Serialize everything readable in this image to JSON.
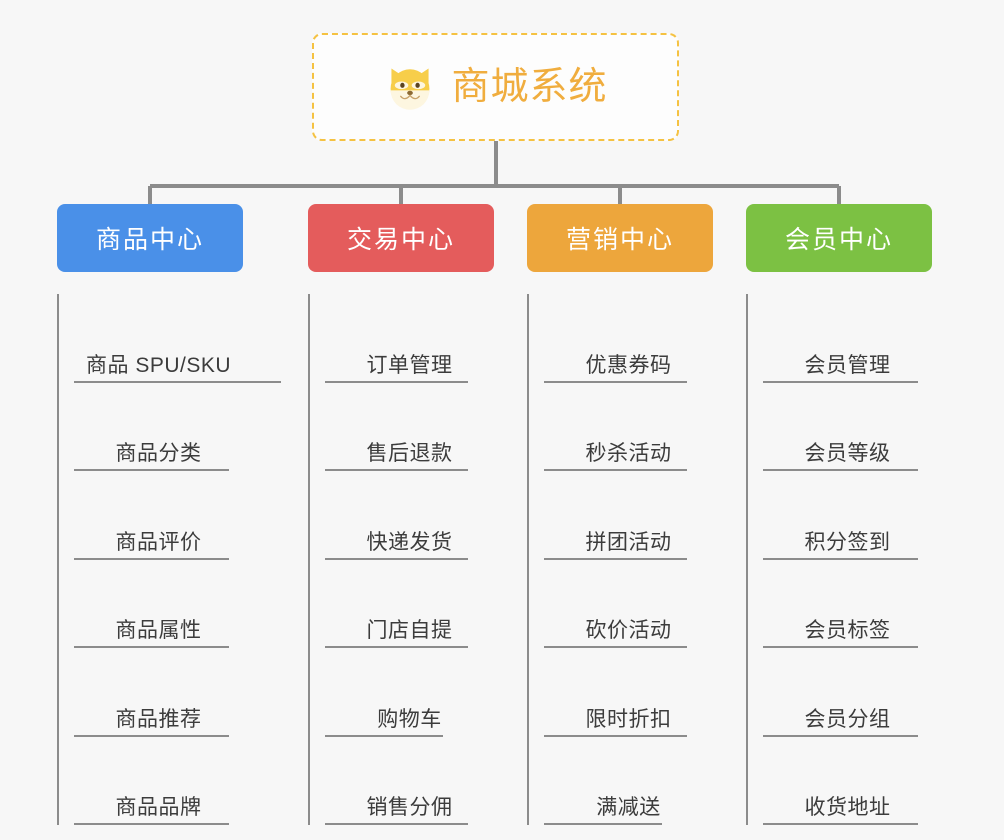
{
  "diagram": {
    "type": "org-tree",
    "background_color": "#f7f7f7",
    "root": {
      "title": "商城系统",
      "icon": "shiba-dog-face-icon",
      "border_color": "#f5c242",
      "text_color": "#f0ad3e"
    },
    "connector_color": "#8c8c8c",
    "categories": [
      {
        "label": "商品中心",
        "color": "#4a90e8",
        "items": [
          "商品 SPU/SKU",
          "商品分类",
          "商品评价",
          "商品属性",
          "商品推荐",
          "商品品牌"
        ]
      },
      {
        "label": "交易中心",
        "color": "#e45c5c",
        "items": [
          "订单管理",
          "售后退款",
          "快递发货",
          "门店自提",
          "购物车",
          "销售分佣"
        ]
      },
      {
        "label": "营销中心",
        "color": "#eda63c",
        "items": [
          "优惠券码",
          "秒杀活动",
          "拼团活动",
          "砍价活动",
          "限时折扣",
          "满减送"
        ]
      },
      {
        "label": "会员中心",
        "color": "#7cc143",
        "items": [
          "会员管理",
          "会员等级",
          "积分签到",
          "会员标签",
          "会员分组",
          "收货地址"
        ]
      }
    ]
  }
}
